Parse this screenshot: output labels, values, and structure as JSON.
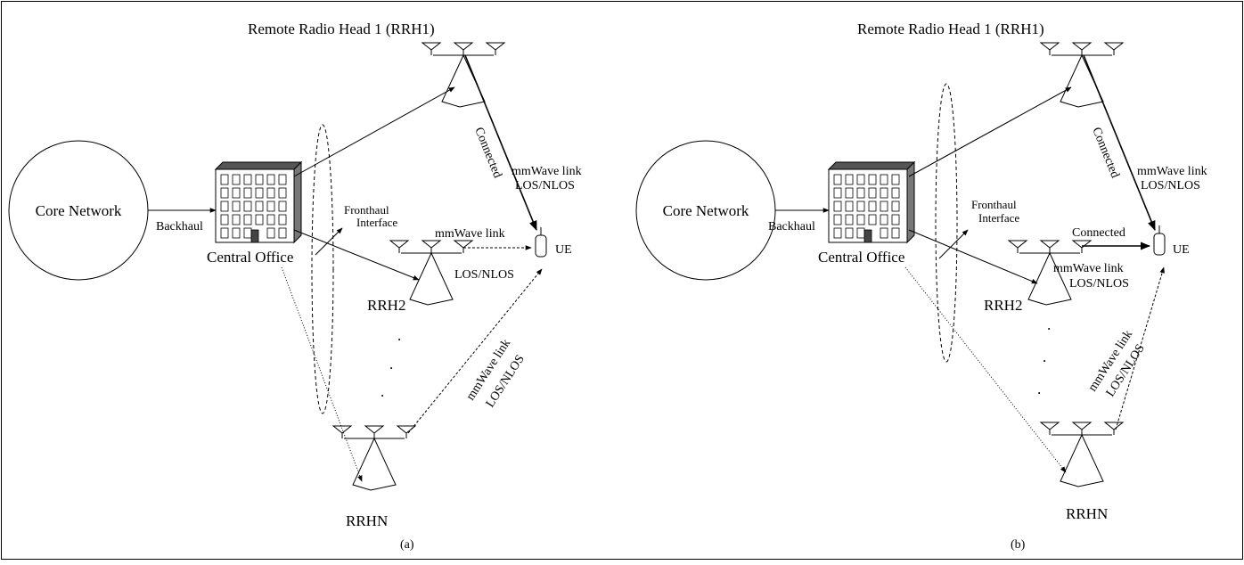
{
  "figure": {
    "panels": [
      {
        "caption": "(a)",
        "core_network": "Core Network",
        "backhaul": "Backhaul",
        "central_office": "Central Office",
        "fronthaul_line1": "Fronthaul",
        "fronthaul_line2": "Interface",
        "rrh1_title": "Remote Radio Head 1 (RRH1)",
        "rrh2": "RRH2",
        "rrhn": "RRHN",
        "ue": "UE",
        "rrh1_connected": "Connected",
        "rrh1_link_line1": "mmWave link",
        "rrh1_link_line2": "LOS/NLOS",
        "rrh2_link_line1": "mmWave link",
        "rrh2_link_line2": "LOS/NLOS",
        "rrhn_link_line1": "mmWave link",
        "rrhn_link_line2": "LOS/NLOS",
        "dots": "."
      },
      {
        "caption": "(b)",
        "core_network": "Core Network",
        "backhaul": "Backhaul",
        "central_office": "Central Office",
        "fronthaul_line1": "Fronthaul",
        "fronthaul_line2": "Interface",
        "rrh1_title": "Remote Radio Head 1 (RRH1)",
        "rrh2": "RRH2",
        "rrhn": "RRHN",
        "ue": "UE",
        "rrh1_connected": "Connected",
        "rrh1_link_line1": "mmWave link",
        "rrh1_link_line2": "LOS/NLOS",
        "rrh2_connected": "Connected",
        "rrh2_link_line1": "mmWave link",
        "rrh2_link_line2": "LOS/NLOS",
        "rrhn_link_line1": "mmWave link",
        "rrhn_link_line2": "LOS/NLOS",
        "dots": "."
      }
    ]
  }
}
